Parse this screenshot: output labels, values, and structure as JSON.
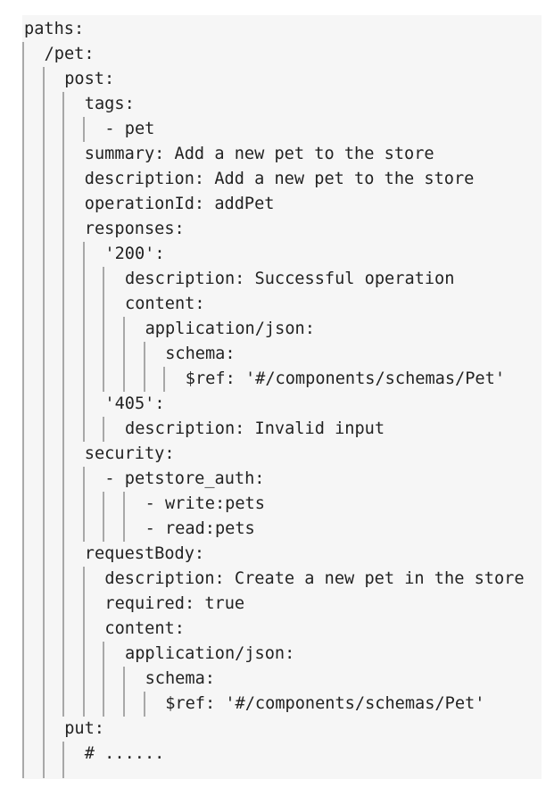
{
  "code": {
    "language": "yaml",
    "lines": [
      {
        "indent": 0,
        "text": "paths:"
      },
      {
        "indent": 1,
        "text": "/pet:"
      },
      {
        "indent": 2,
        "text": "post:"
      },
      {
        "indent": 3,
        "text": "tags:"
      },
      {
        "indent": 4,
        "text": "- pet"
      },
      {
        "indent": 3,
        "text": "summary: Add a new pet to the store"
      },
      {
        "indent": 3,
        "text": "description: Add a new pet to the store"
      },
      {
        "indent": 3,
        "text": "operationId: addPet"
      },
      {
        "indent": 3,
        "text": "responses:"
      },
      {
        "indent": 4,
        "text": "'200':"
      },
      {
        "indent": 5,
        "text": "description: Successful operation"
      },
      {
        "indent": 5,
        "text": "content:"
      },
      {
        "indent": 6,
        "text": "application/json:"
      },
      {
        "indent": 7,
        "text": "schema:"
      },
      {
        "indent": 8,
        "text": "$ref: '#/components/schemas/Pet'"
      },
      {
        "indent": 4,
        "text": "'405':"
      },
      {
        "indent": 5,
        "text": "description: Invalid input"
      },
      {
        "indent": 3,
        "text": "security:"
      },
      {
        "indent": 4,
        "text": "- petstore_auth:"
      },
      {
        "indent": 6,
        "text": "- write:pets"
      },
      {
        "indent": 6,
        "text": "- read:pets"
      },
      {
        "indent": 3,
        "text": "requestBody:"
      },
      {
        "indent": 4,
        "text": "description: Create a new pet in the store"
      },
      {
        "indent": 4,
        "text": "required: true"
      },
      {
        "indent": 4,
        "text": "content:"
      },
      {
        "indent": 5,
        "text": "application/json:"
      },
      {
        "indent": 6,
        "text": "schema:"
      },
      {
        "indent": 7,
        "text": "$ref: '#/components/schemas/Pet'"
      },
      {
        "indent": 2,
        "text": "put:"
      },
      {
        "indent": 3,
        "text": "# ......"
      }
    ]
  }
}
